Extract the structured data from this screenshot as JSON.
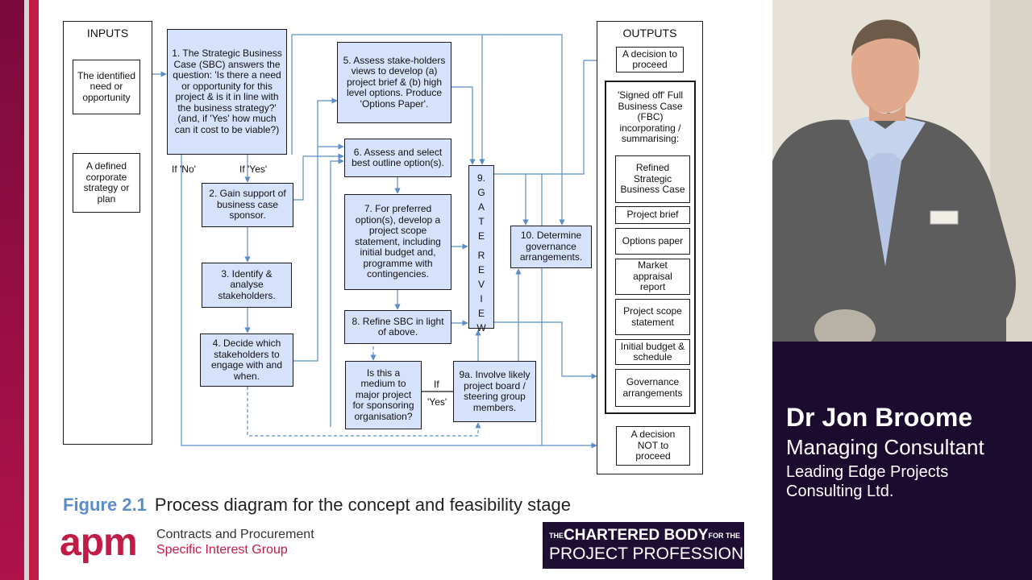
{
  "diagram": {
    "inputs_title": "INPUTS",
    "outputs_title": "OUTPUTS",
    "inputs": [
      "The identified need or opportunity",
      "A defined corporate strategy or plan"
    ],
    "steps": {
      "s1": "1. The Strategic Business Case (SBC) answers the question: 'Is there a need or opportunity for this project & is it in line with the business strategy?' (and, if 'Yes' how much can it cost to be viable?)",
      "s2": "2. Gain support of business case sponsor.",
      "s3": "3. Identify & analyse stakeholders.",
      "s4": "4. Decide which stakeholders to engage with and when.",
      "s5": "5. Assess stake-holders views to develop (a) project brief & (b) high level options. Produce 'Options Paper'.",
      "s6": "6. Assess and select best outline option(s).",
      "s7": "7. For preferred option(s), develop a project scope statement, including initial budget and, programme with contingencies.",
      "s8": "8. Refine SBC in light of above.",
      "q": "Is this a medium to major project for sponsoring organisation?",
      "s9a": "9a. Involve likely project board / steering group members.",
      "s10": "10. Determine governance arrangements.",
      "gate_number": "9.",
      "gate_letters": [
        "G",
        "A",
        "T",
        "E",
        "",
        "R",
        "E",
        "V",
        "I",
        "E",
        "W"
      ]
    },
    "labels": {
      "if_no": "If 'No'",
      "if_yes": "If 'Yes'",
      "if": "If",
      "yes": "'Yes'"
    },
    "outputs": {
      "proceed": "A decision to proceed",
      "fbc": "'Signed off' Full Business Case (FBC) incorporating / summarising:",
      "items": [
        "Refined Strategic Business Case",
        "Project brief",
        "Options paper",
        "Market appraisal report",
        "Project scope statement",
        "Initial budget & schedule",
        "Governance arrangements"
      ],
      "not_proceed": "A decision NOT to proceed"
    }
  },
  "caption": {
    "figure": "Figure 2.1",
    "text": "Process diagram for the concept and feasibility stage"
  },
  "apm": {
    "logo": "apm",
    "line1": "Contracts and Procurement",
    "line2": "Specific Interest Group"
  },
  "chartered": {
    "pre": "THE",
    "main": "CHARTERED BODY",
    "post": "FOR THE",
    "line2": "PROJECT PROFESSION"
  },
  "speaker": {
    "name": "Dr Jon Broome",
    "role": "Managing Consultant",
    "org": "Leading Edge Projects Consulting Ltd."
  },
  "colors": {
    "box_fill": "#d6e2fb",
    "arrow": "#5b8ec9",
    "accent": "#c21b45",
    "banner": "#1b0b2e"
  }
}
